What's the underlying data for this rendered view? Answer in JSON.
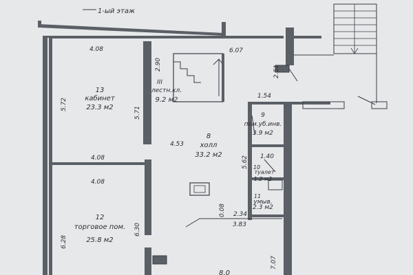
{
  "plan": {
    "floor_label": "1-ый этаж",
    "rooms": [
      {
        "number": "13",
        "name": "кабинет",
        "area": "23.3 м2"
      },
      {
        "number": "III",
        "name": "лестн.кл.",
        "area": "9.2 м2"
      },
      {
        "number": "8",
        "name": "холл",
        "area": "33.2 м2"
      },
      {
        "number": "9",
        "name": "пом.уб.инв.",
        "area": "3.9 м2"
      },
      {
        "number": "10",
        "name": "туалет",
        "area": "1.2 м2"
      },
      {
        "number": "11",
        "name": "умыв.",
        "area": "2.3 м2"
      },
      {
        "number": "12",
        "name": "торговое пом.",
        "area": "25.8 м2"
      },
      {
        "number": "",
        "name": "",
        "area": "8.0"
      }
    ],
    "dimensions": [
      "4.08",
      "6.07",
      "2.90",
      "2.51",
      "5.72",
      "5.71",
      "1.54",
      "4.53",
      "5.62",
      "1.40",
      "4.08",
      "4.08",
      "0.08",
      "2.34",
      "3.83",
      "6.30",
      "6.28",
      "7.07"
    ]
  },
  "colors": {
    "background": "#e7e8ea",
    "wall": "#5b5f66",
    "ink": "#2b2d33"
  }
}
